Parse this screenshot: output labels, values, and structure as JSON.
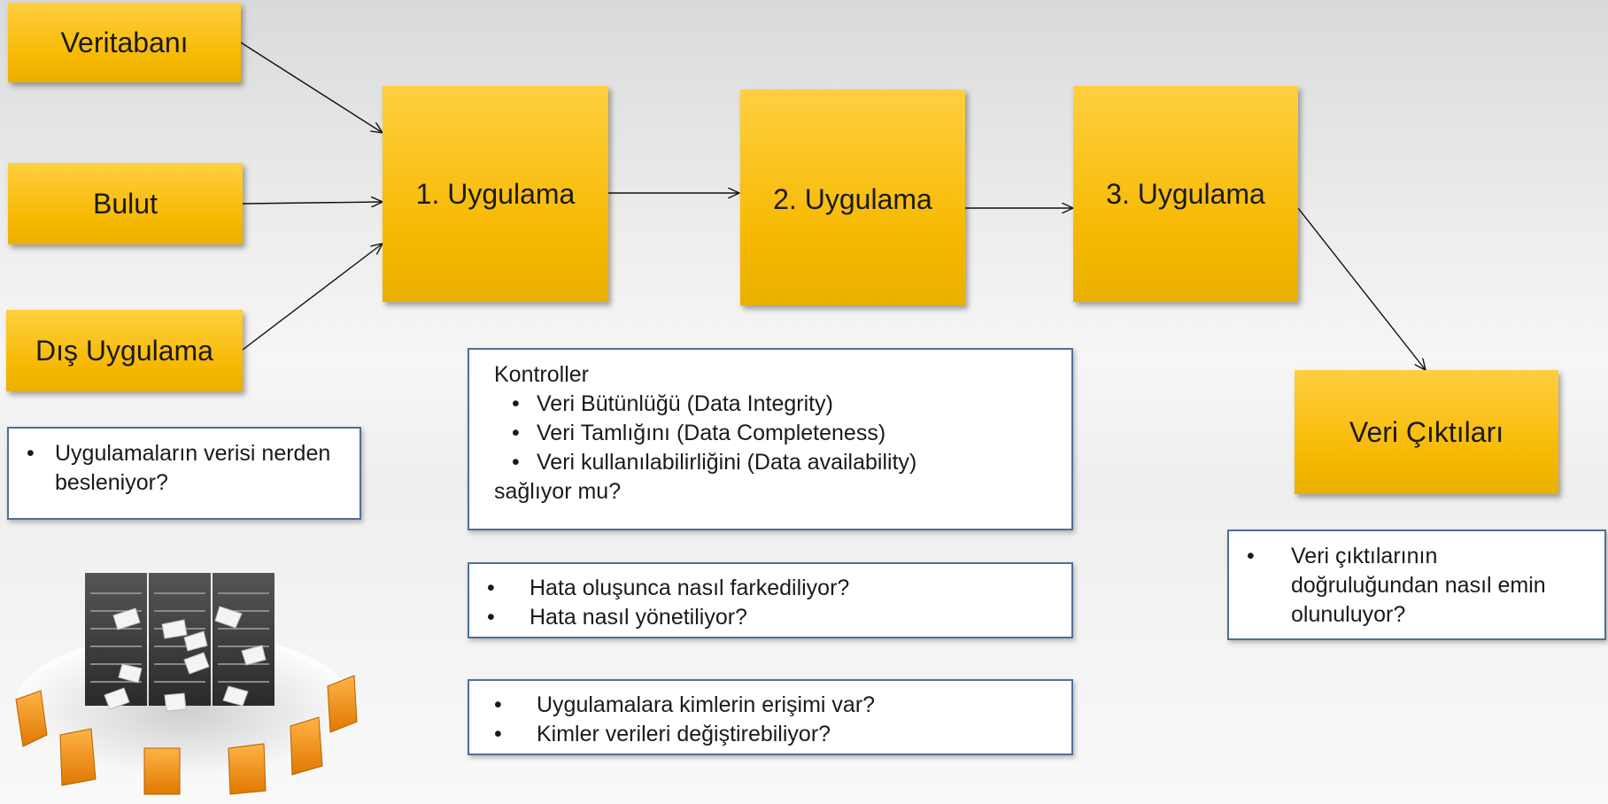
{
  "sources": [
    "Veritabanı",
    "Bulut",
    "Dış Uygulama"
  ],
  "apps": [
    "1. Uygulama",
    "2. Uygulama",
    "3. Uygulama"
  ],
  "output": "Veri Çıktıları",
  "notes": {
    "source_question": [
      "Uygulamaların verisi nerden besleniyor?"
    ],
    "controls_title": "Kontroller",
    "controls_items": [
      "Veri Bütünlüğü (Data Integrity)",
      "Veri Tamlığını (Data Completeness)",
      "Veri kullanılabilirliğini (Data availability)"
    ],
    "controls_tail": "sağlıyor mu?",
    "errors": [
      "Hata oluşunca nasıl farkediliyor?",
      "Hata nasıl yönetiliyor?"
    ],
    "access": [
      "Uygulamalara kimlerin erişimi var?",
      "Kimler verileri değiştirebiliyor?"
    ],
    "output_question": [
      "Veri çıktılarının doğruluğundan nasıl emin olunuluyor?"
    ]
  },
  "illustration": "server-rack-with-folders-icon"
}
